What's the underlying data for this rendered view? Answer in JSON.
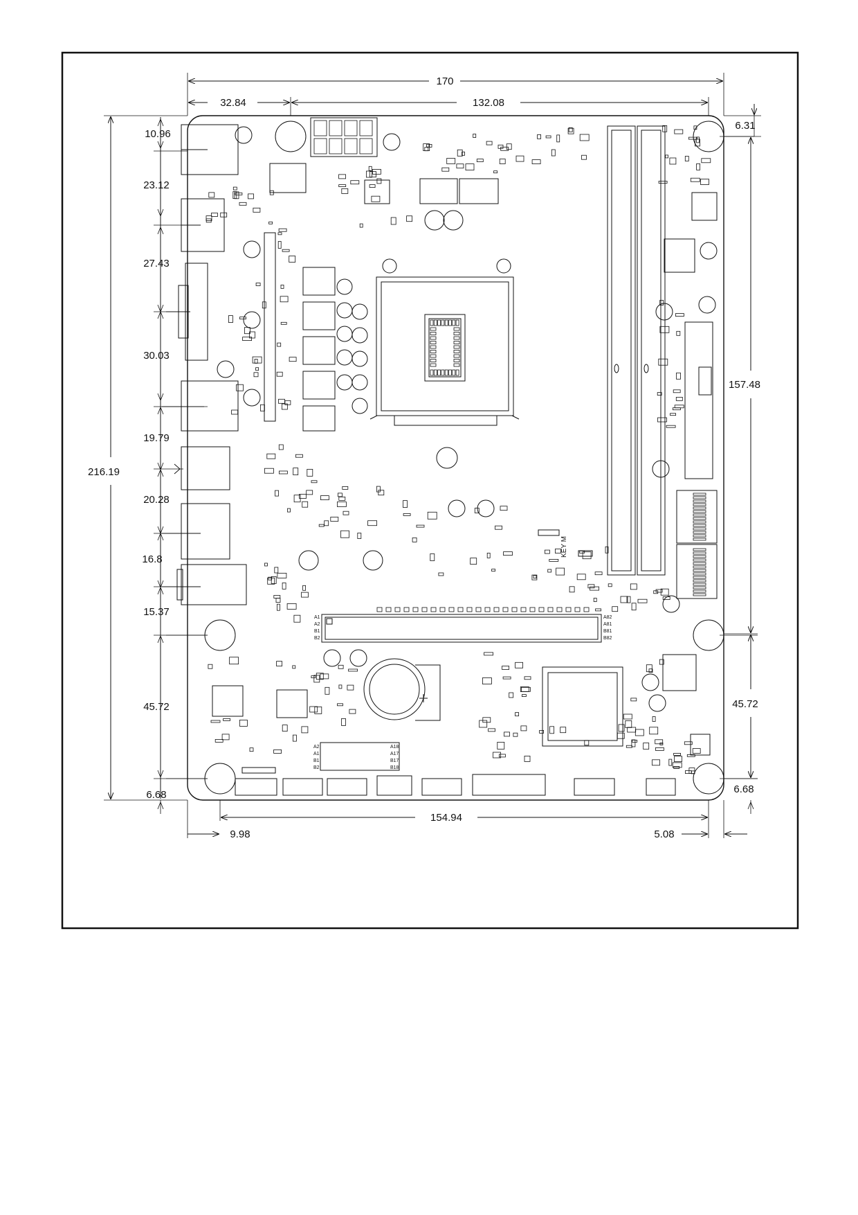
{
  "colors": {
    "ink": "#111111",
    "paper": "#ffffff"
  },
  "dimensions": {
    "top_overall": "170",
    "top_left_offset": "32.84",
    "top_hole_spacing": "132.08",
    "top_right_edge": "6.31",
    "left_overall": "216.19",
    "left_stack": [
      "10.96",
      "23.12",
      "27.43",
      "30.03",
      "19.79",
      "20.28",
      "16.8",
      "15.37",
      "45.72",
      "6.68"
    ],
    "right_upper": "157.48",
    "right_lower": "45.72",
    "right_bottom": "6.68",
    "bottom_hole_spacing": "154.94",
    "bottom_left_offset": "9.98",
    "bottom_right_offset": "5.08"
  },
  "board": {
    "slot_label": "KEY M",
    "component_labels": {
      "pcie_left": [
        "A1",
        "A2",
        "B1",
        "B2"
      ],
      "pcie_right": [
        "A82",
        "A81",
        "B81",
        "B82"
      ],
      "small_left": [
        "A2",
        "A1",
        "B1",
        "B2"
      ],
      "small_right": [
        "A18",
        "A17",
        "B17",
        "B18"
      ]
    }
  }
}
